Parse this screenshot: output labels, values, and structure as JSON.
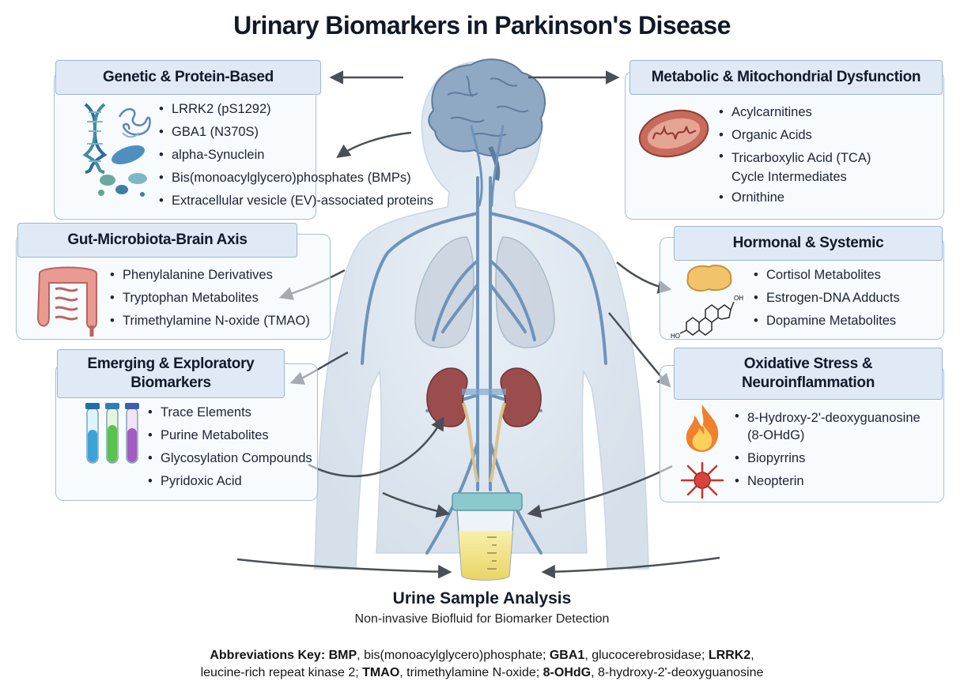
{
  "title": "Urinary Biomarkers in Parkinson's Disease",
  "panels": {
    "genetic": {
      "heading": "Genetic & Protein-Based",
      "items": [
        "LRRK2 (pS1292)",
        "GBA1 (N370S)",
        "alpha-Synuclein",
        "Bis(monoacylglycero)phosphates (BMPs)",
        "Extracellular vesicle (EV)-associated proteins"
      ]
    },
    "metabolic": {
      "heading": "Metabolic & Mitochondrial Dysfunction",
      "items": [
        "Acylcarnitines",
        "Organic Acids",
        "Tricarboxylic Acid (TCA)",
        "Cycle Intermediates",
        "Ornithine"
      ]
    },
    "gut": {
      "heading": "Gut-Microbiota-Brain Axis",
      "items": [
        "Phenylalanine Derivatives",
        "Tryptophan Metabolites",
        "Trimethylamine N-oxide (TMAO)"
      ]
    },
    "hormonal": {
      "heading": "Hormonal & Systemic",
      "items": [
        "Cortisol Metabolites",
        "Estrogen-DNA Adducts",
        "Dopamine Metabolites"
      ]
    },
    "emerging": {
      "heading_line1": "Emerging & Exploratory",
      "heading_line2": "Biomarkers",
      "items": [
        "Trace Elements",
        "Purine Metabolites",
        "Glycosylation Compounds",
        "Pyridoxic Acid"
      ]
    },
    "oxidative": {
      "heading_line1": "Oxidative Stress &",
      "heading_line2": "Neuroinflammation",
      "items": [
        "8-Hydroxy-2'-deoxyguanosine",
        "(8-OHdG)",
        "Biopyrrins",
        "Neopterin"
      ]
    }
  },
  "steroid_labels": {
    "oh_top": "OH",
    "ho_left": "HO"
  },
  "urine": {
    "title": "Urine Sample Analysis",
    "subtitle": "Non-invasive Biofluid for Biomarker Detection"
  },
  "abbreviations": {
    "label": "Abbreviations Key:",
    "entries": [
      {
        "term": "BMP",
        "def": ", bis(monoacylglycero)phosphate; "
      },
      {
        "term": "GBA1",
        "def": ", glucocerebrosidase; "
      },
      {
        "term": "LRRK2",
        "def": ","
      },
      {
        "term": "",
        "def": "leucine-rich repeat kinase 2; "
      },
      {
        "term": "TMAO",
        "def": ", trimethylamine N-oxide; "
      },
      {
        "term": "8-OHdG",
        "def": ", 8-hydroxy-2'-deoxyguanosine"
      }
    ]
  },
  "colors": {
    "panel_border": "#a9bfd8",
    "panel_header_bg": "#dfeaf6",
    "body_fill": "#dce5ef",
    "vessel": "#6f93b8",
    "kidney": "#9b4d4d",
    "urine": "#f3e58a",
    "arrow": "#4a4f57"
  },
  "icons": [
    "dna-icon",
    "protein-icon",
    "mitochondrion-icon",
    "bacteria-icon",
    "intestine-icon",
    "steroid-molecule-icon",
    "adrenal-gland-icon",
    "test-tubes-icon",
    "fire-icon",
    "microglia-icon",
    "brain-icon",
    "lungs-icon",
    "kidney-icon",
    "urine-cup-icon"
  ]
}
